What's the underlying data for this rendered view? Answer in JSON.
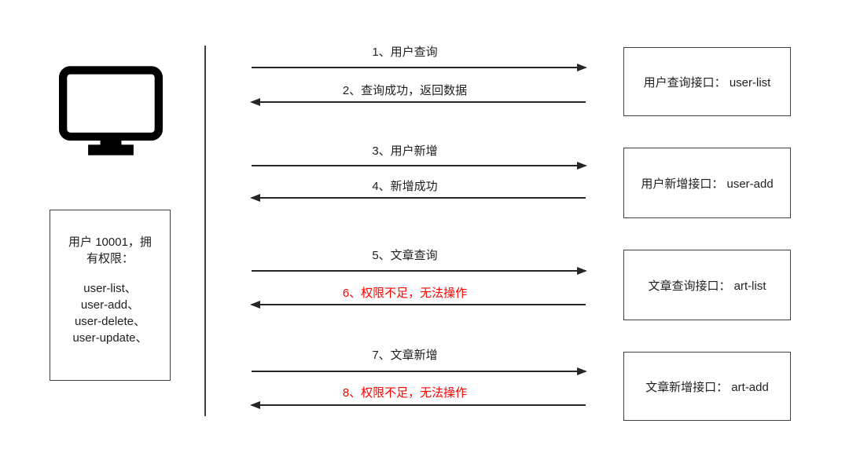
{
  "diagram": {
    "client": {
      "icon": "monitor-icon",
      "info_lines": {
        "0": "用户 10001，拥",
        "1": "有权限：",
        "2": "",
        "3": "user-list、",
        "4": "user-add、",
        "5": "user-delete、",
        "6": "user-update、"
      }
    },
    "flows": [
      {
        "label": "1、用户查询",
        "direction": "right",
        "status": "normal"
      },
      {
        "label": "2、查询成功，返回数据",
        "direction": "left",
        "status": "normal"
      },
      {
        "label": "3、用户新增",
        "direction": "right",
        "status": "normal"
      },
      {
        "label": "4、新增成功",
        "direction": "left",
        "status": "normal"
      },
      {
        "label": "5、文章查询",
        "direction": "right",
        "status": "normal"
      },
      {
        "label": "6、权限不足，无法操作",
        "direction": "left",
        "status": "error"
      },
      {
        "label": "7、文章新增",
        "direction": "right",
        "status": "normal"
      },
      {
        "label": "8、权限不足，无法操作",
        "direction": "left",
        "status": "error"
      }
    ],
    "endpoints": [
      {
        "label": "用户查询接口： user-list"
      },
      {
        "label": "用户新增接口： user-add"
      },
      {
        "label": "文章查询接口： art-list"
      },
      {
        "label": "文章新增接口： art-add"
      }
    ],
    "colors": {
      "text": "#1f1f1f",
      "line": "#262626",
      "border": "#404040",
      "error": "#ff0000"
    }
  }
}
